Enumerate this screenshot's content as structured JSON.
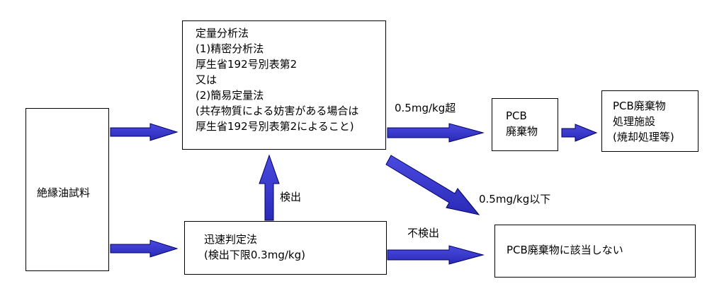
{
  "boxes": {
    "sample": {
      "text": "絶縁油試料"
    },
    "quantitative": {
      "lines": [
        "定量分析法",
        "(1)精密分析法",
        "厚生省192号別表第2",
        "又は",
        "(2)簡易定量法",
        "(共存物質による妨害がある場合は",
        "厚生省192号別表第2によること)"
      ]
    },
    "rapid": {
      "lines": [
        "迅速判定法",
        "(検出下限0.3mg/kg)"
      ]
    },
    "pcb_waste": {
      "lines": [
        "PCB",
        "廃棄物"
      ]
    },
    "facility": {
      "lines": [
        "PCB廃棄物",
        "処理施設",
        "(焼却処理等)"
      ]
    },
    "not_pcb": {
      "text": "PCB廃棄物に該当しない"
    }
  },
  "labels": {
    "over": "0.5mg/kg超",
    "under": "0.5mg/kg以下",
    "detected": "検出",
    "not_detected": "不検出"
  },
  "colors": {
    "arrow_fill": "#3333cc",
    "arrow_stroke": "#000066"
  }
}
